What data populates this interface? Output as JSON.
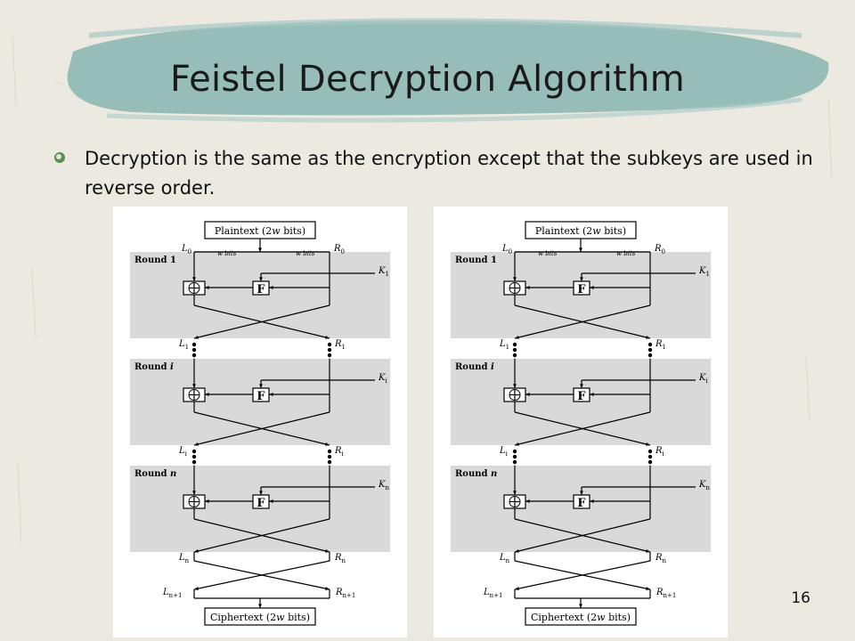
{
  "slide": {
    "title": "Feistel Decryption Algorithm",
    "bullet": "Decryption is the same as the encryption except that the subkeys are used in reverse order.",
    "page_number": "16"
  },
  "diagram": {
    "plaintext_prefix": "Plaintext (2",
    "plaintext_var": "w",
    "plaintext_suffix": " bits)",
    "ciphertext_prefix": "Ciphertext (2",
    "ciphertext_var": "w",
    "ciphertext_suffix": " bits)",
    "w_bits_var": "w",
    "w_bits_suffix": " bits",
    "L_letter": "L",
    "R_letter": "R",
    "K_letter": "K",
    "f_label": "F",
    "rounds": [
      {
        "label_prefix": "Round ",
        "label_var": "1",
        "label_var_style": "normal",
        "input_sub": "0",
        "output_sub": "1",
        "key_sub": "1"
      },
      {
        "label_prefix": "Round ",
        "label_var": "i",
        "label_var_style": "bold-italic",
        "input_sub": "",
        "output_sub": "i",
        "key_sub": "i"
      },
      {
        "label_prefix": "Round ",
        "label_var": "n",
        "label_var_style": "bold-italic",
        "input_sub": "",
        "output_sub": "n",
        "key_sub": "n"
      }
    ],
    "final_sub": "n+1"
  },
  "colors": {
    "background": "#ece9e1",
    "title_brush": "#8fb9b4",
    "round_fill": "#d9d9d9",
    "bullet": "#5a8f52"
  }
}
